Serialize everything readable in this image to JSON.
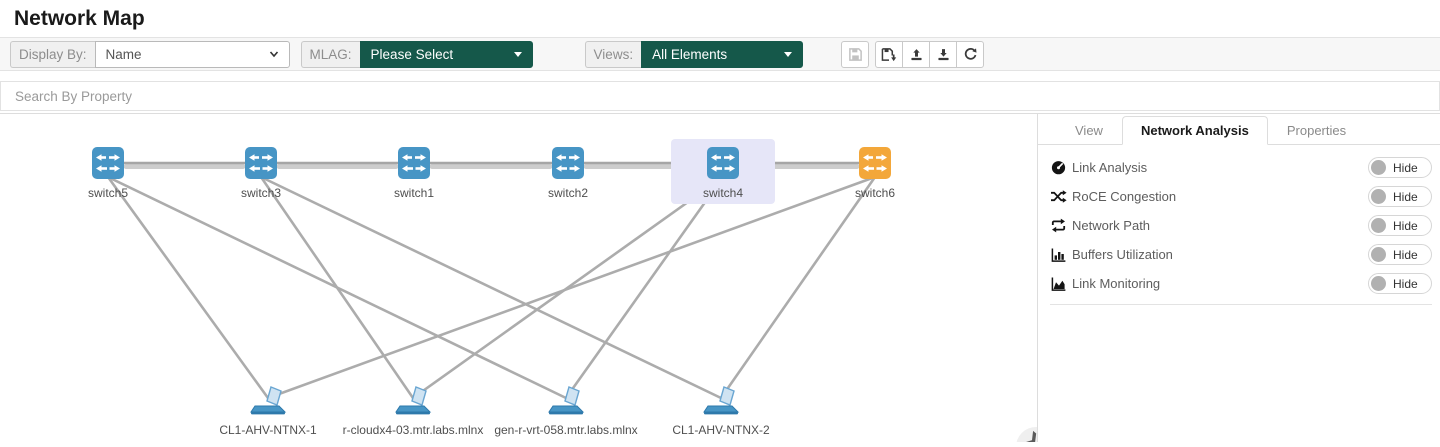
{
  "page": {
    "title": "Network Map"
  },
  "toolbar": {
    "display_by": {
      "label": "Display By:",
      "value": "Name"
    },
    "mlag": {
      "label": "MLAG:",
      "value": "Please Select"
    },
    "views": {
      "label": "Views:",
      "value": "All Elements"
    },
    "buttons": [
      {
        "name": "save",
        "icon": "floppy-icon",
        "disabled": true
      },
      {
        "name": "save-as",
        "icon": "floppy-arrow-icon",
        "disabled": false
      },
      {
        "name": "upload",
        "icon": "upload-icon",
        "disabled": false
      },
      {
        "name": "download",
        "icon": "download-icon",
        "disabled": false
      },
      {
        "name": "refresh",
        "icon": "refresh-icon",
        "disabled": false
      }
    ]
  },
  "search": {
    "placeholder": "Search By Property"
  },
  "map": {
    "nodes": [
      {
        "id": "switch5",
        "label": "switch5",
        "type": "switch",
        "color": "#4795c5",
        "selected": false
      },
      {
        "id": "switch3",
        "label": "switch3",
        "type": "switch",
        "color": "#4795c5",
        "selected": false
      },
      {
        "id": "switch1",
        "label": "switch1",
        "type": "switch",
        "color": "#4795c5",
        "selected": false
      },
      {
        "id": "switch2",
        "label": "switch2",
        "type": "switch",
        "color": "#4795c5",
        "selected": false
      },
      {
        "id": "switch4",
        "label": "switch4",
        "type": "switch",
        "color": "#4795c5",
        "selected": true
      },
      {
        "id": "switch6",
        "label": "switch6",
        "type": "switch",
        "color": "#f3a73a",
        "selected": false
      },
      {
        "id": "host1",
        "label": "CL1-AHV-NTNX-1",
        "type": "host",
        "color": "#4795c5",
        "selected": false
      },
      {
        "id": "host2",
        "label": "r-cloudx4-03.mtr.labs.mlnx",
        "type": "host",
        "color": "#4795c5",
        "selected": false
      },
      {
        "id": "host3",
        "label": "gen-r-vrt-058.mtr.labs.mlnx",
        "type": "host",
        "color": "#4795c5",
        "selected": false
      },
      {
        "id": "host4",
        "label": "CL1-AHV-NTNX-2",
        "type": "host",
        "color": "#4795c5",
        "selected": false
      }
    ],
    "edges": {
      "backbone": [
        [
          "switch5",
          "switch3"
        ],
        [
          "switch3",
          "switch1"
        ],
        [
          "switch1",
          "switch2"
        ],
        [
          "switch2",
          "switch4"
        ],
        [
          "switch4",
          "switch6"
        ]
      ],
      "host_links": [
        [
          "switch5",
          "host1"
        ],
        [
          "switch5",
          "host3"
        ],
        [
          "switch3",
          "host2"
        ],
        [
          "switch3",
          "host4"
        ],
        [
          "switch4",
          "host2"
        ],
        [
          "switch4",
          "host3"
        ],
        [
          "switch6",
          "host1"
        ],
        [
          "switch6",
          "host4"
        ]
      ]
    },
    "colors": {
      "edge": "#acacac",
      "backbone_underlay": "#cdcdcd",
      "selection": "#e6e6f8"
    }
  },
  "panel": {
    "tabs": [
      {
        "label": "View",
        "active": false
      },
      {
        "label": "Network Analysis",
        "active": true
      },
      {
        "label": "Properties",
        "active": false
      }
    ],
    "items": [
      {
        "icon": "gauge-icon",
        "label": "Link Analysis",
        "toggle_label": "Hide"
      },
      {
        "icon": "shuffle-icon",
        "label": "RoCE Congestion",
        "toggle_label": "Hide"
      },
      {
        "icon": "repeat-icon",
        "label": "Network Path",
        "toggle_label": "Hide"
      },
      {
        "icon": "bar-chart-icon",
        "label": "Buffers Utilization",
        "toggle_label": "Hide"
      },
      {
        "icon": "area-chart-icon",
        "label": "Link Monitoring",
        "toggle_label": "Hide"
      }
    ]
  },
  "corner": {
    "icon": "chevron-right-icon"
  },
  "theme": {
    "accent_green": "#15584a",
    "switch_blue": "#4795c5",
    "switch_orange": "#f3a73a"
  }
}
